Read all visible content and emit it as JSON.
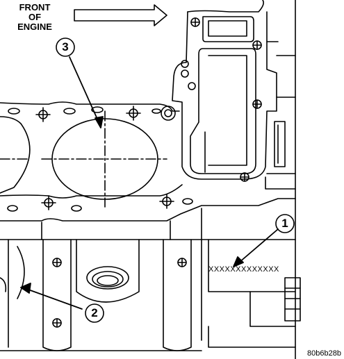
{
  "orientation": {
    "line1": "FRONT",
    "line2": "OF",
    "line3": "ENGINE"
  },
  "callouts": {
    "one": "1",
    "two": "2",
    "three": "3"
  },
  "stamp_text": "XXXXXXXXXXXXX",
  "figure_code": "80b6b28b",
  "colors": {
    "ink": "#000000",
    "paper": "#ffffff"
  }
}
